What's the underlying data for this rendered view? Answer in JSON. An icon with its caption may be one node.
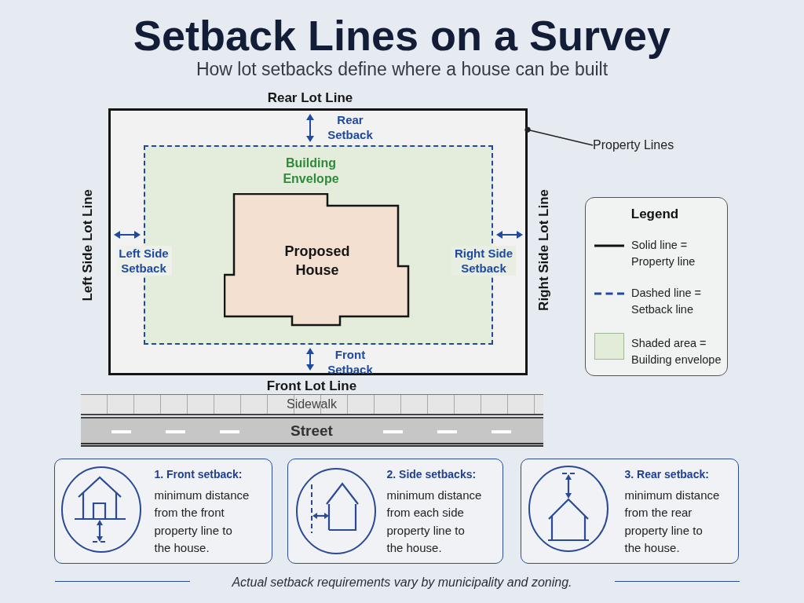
{
  "diagram": {
    "title": "Setback Lines on a Survey",
    "caption": "Actual setback requirements vary by municipality and zoning.",
    "nodes": [
      {
        "text": [],
        "shape": "box",
        "beside": [
          "Rear Lot Line",
          "Left Side Lot Line",
          "Right Side Lot Line",
          "Front Lot Line"
        ]
      },
      {
        "text": [
          "Building Envelope"
        ],
        "in": 0
      },
      {
        "text": [
          "Proposed House"
        ],
        "in": 1
      },
      {
        "text": [
          "Property Lines"
        ]
      },
      {
        "text": [
          "Sidewalk"
        ]
      },
      {
        "text": [
          "Street"
        ]
      },
      {
        "text": [
          "1. Front setback:",
          "minimum distance from the front property line to the house."
        ]
      },
      {
        "text": [
          "2. Side setbacks:",
          "minimum distance from each side property line to the house."
        ]
      },
      {
        "text": [
          "3. Rear setback:",
          "minimum distance from the rear property line to the house."
        ]
      }
    ],
    "edges": [
      {
        "from": 3,
        "to": 0,
        "arrow": "other"
      }
    ],
    "labels": [
      "How lot setbacks define where a house can be built",
      "Rear Setback",
      "Left Side Setback",
      "Right Side Setback",
      "Front Setback",
      "Legend"
    ],
    "legend": [
      {
        "text": "Solid line = Property line"
      },
      {
        "text": "Dashed line = Setback line"
      },
      {
        "text": "Shaded area = Building envelope",
        "color": "#e2ecd9"
      }
    ]
  }
}
